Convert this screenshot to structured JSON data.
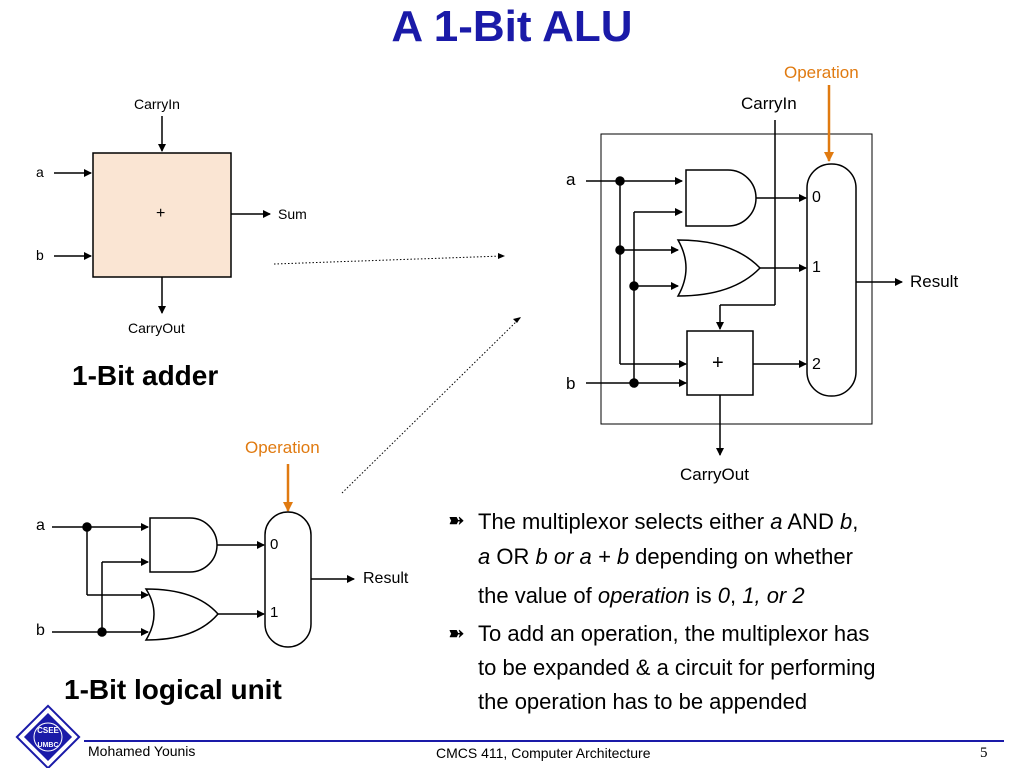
{
  "title": "A 1-Bit ALU",
  "adder": {
    "carry_in": "CarryIn",
    "carry_out": "CarryOut",
    "input_a": "a",
    "input_b": "b",
    "output_sum": "Sum",
    "symbol": "+",
    "heading": "1-Bit adder"
  },
  "logical_unit": {
    "operation": "Operation",
    "input_a": "a",
    "input_b": "b",
    "mux_in_0": "0",
    "mux_in_1": "1",
    "result": "Result",
    "heading": "1-Bit logical unit"
  },
  "alu": {
    "operation": "Operation",
    "carry_in": "CarryIn",
    "carry_out": "CarryOut",
    "input_a": "a",
    "input_b": "b",
    "mux_in_0": "0",
    "mux_in_1": "1",
    "mux_in_2": "2",
    "result": "Result",
    "adder_symbol": "+"
  },
  "bullets": {
    "b1_line1_pre": "The multiplexor selects either ",
    "b1_a1": "a",
    "b1_and": " AND ",
    "b1_b1": "b",
    "b1_comma": ",",
    "b1_a2": "a",
    "b1_or": " OR ",
    "b1_expr": "b or a + b",
    "b1_depending": " depending on whether",
    "b1_line3_pre": "the value of ",
    "b1_operation": "operation",
    "b1_is": " is ",
    "b1_zero": "0",
    "b1_sep": ", ",
    "b1_values": "1, or 2",
    "b2_line1": "To add an operation, the multiplexor has",
    "b2_line2": "to be expanded & a circuit for performing",
    "b2_line3": "the operation has to be appended"
  },
  "footer": {
    "author": "Mohamed Younis",
    "course": "CMCS 411, Computer Architecture",
    "page": "5"
  },
  "logo": {
    "text_top": "CSEE",
    "text_bottom": "UMBC"
  },
  "colors": {
    "title": "#1a1aa8",
    "operation": "#e07a10",
    "adder_fill": "#fae5d3",
    "footer_line": "#1a1aa8"
  }
}
